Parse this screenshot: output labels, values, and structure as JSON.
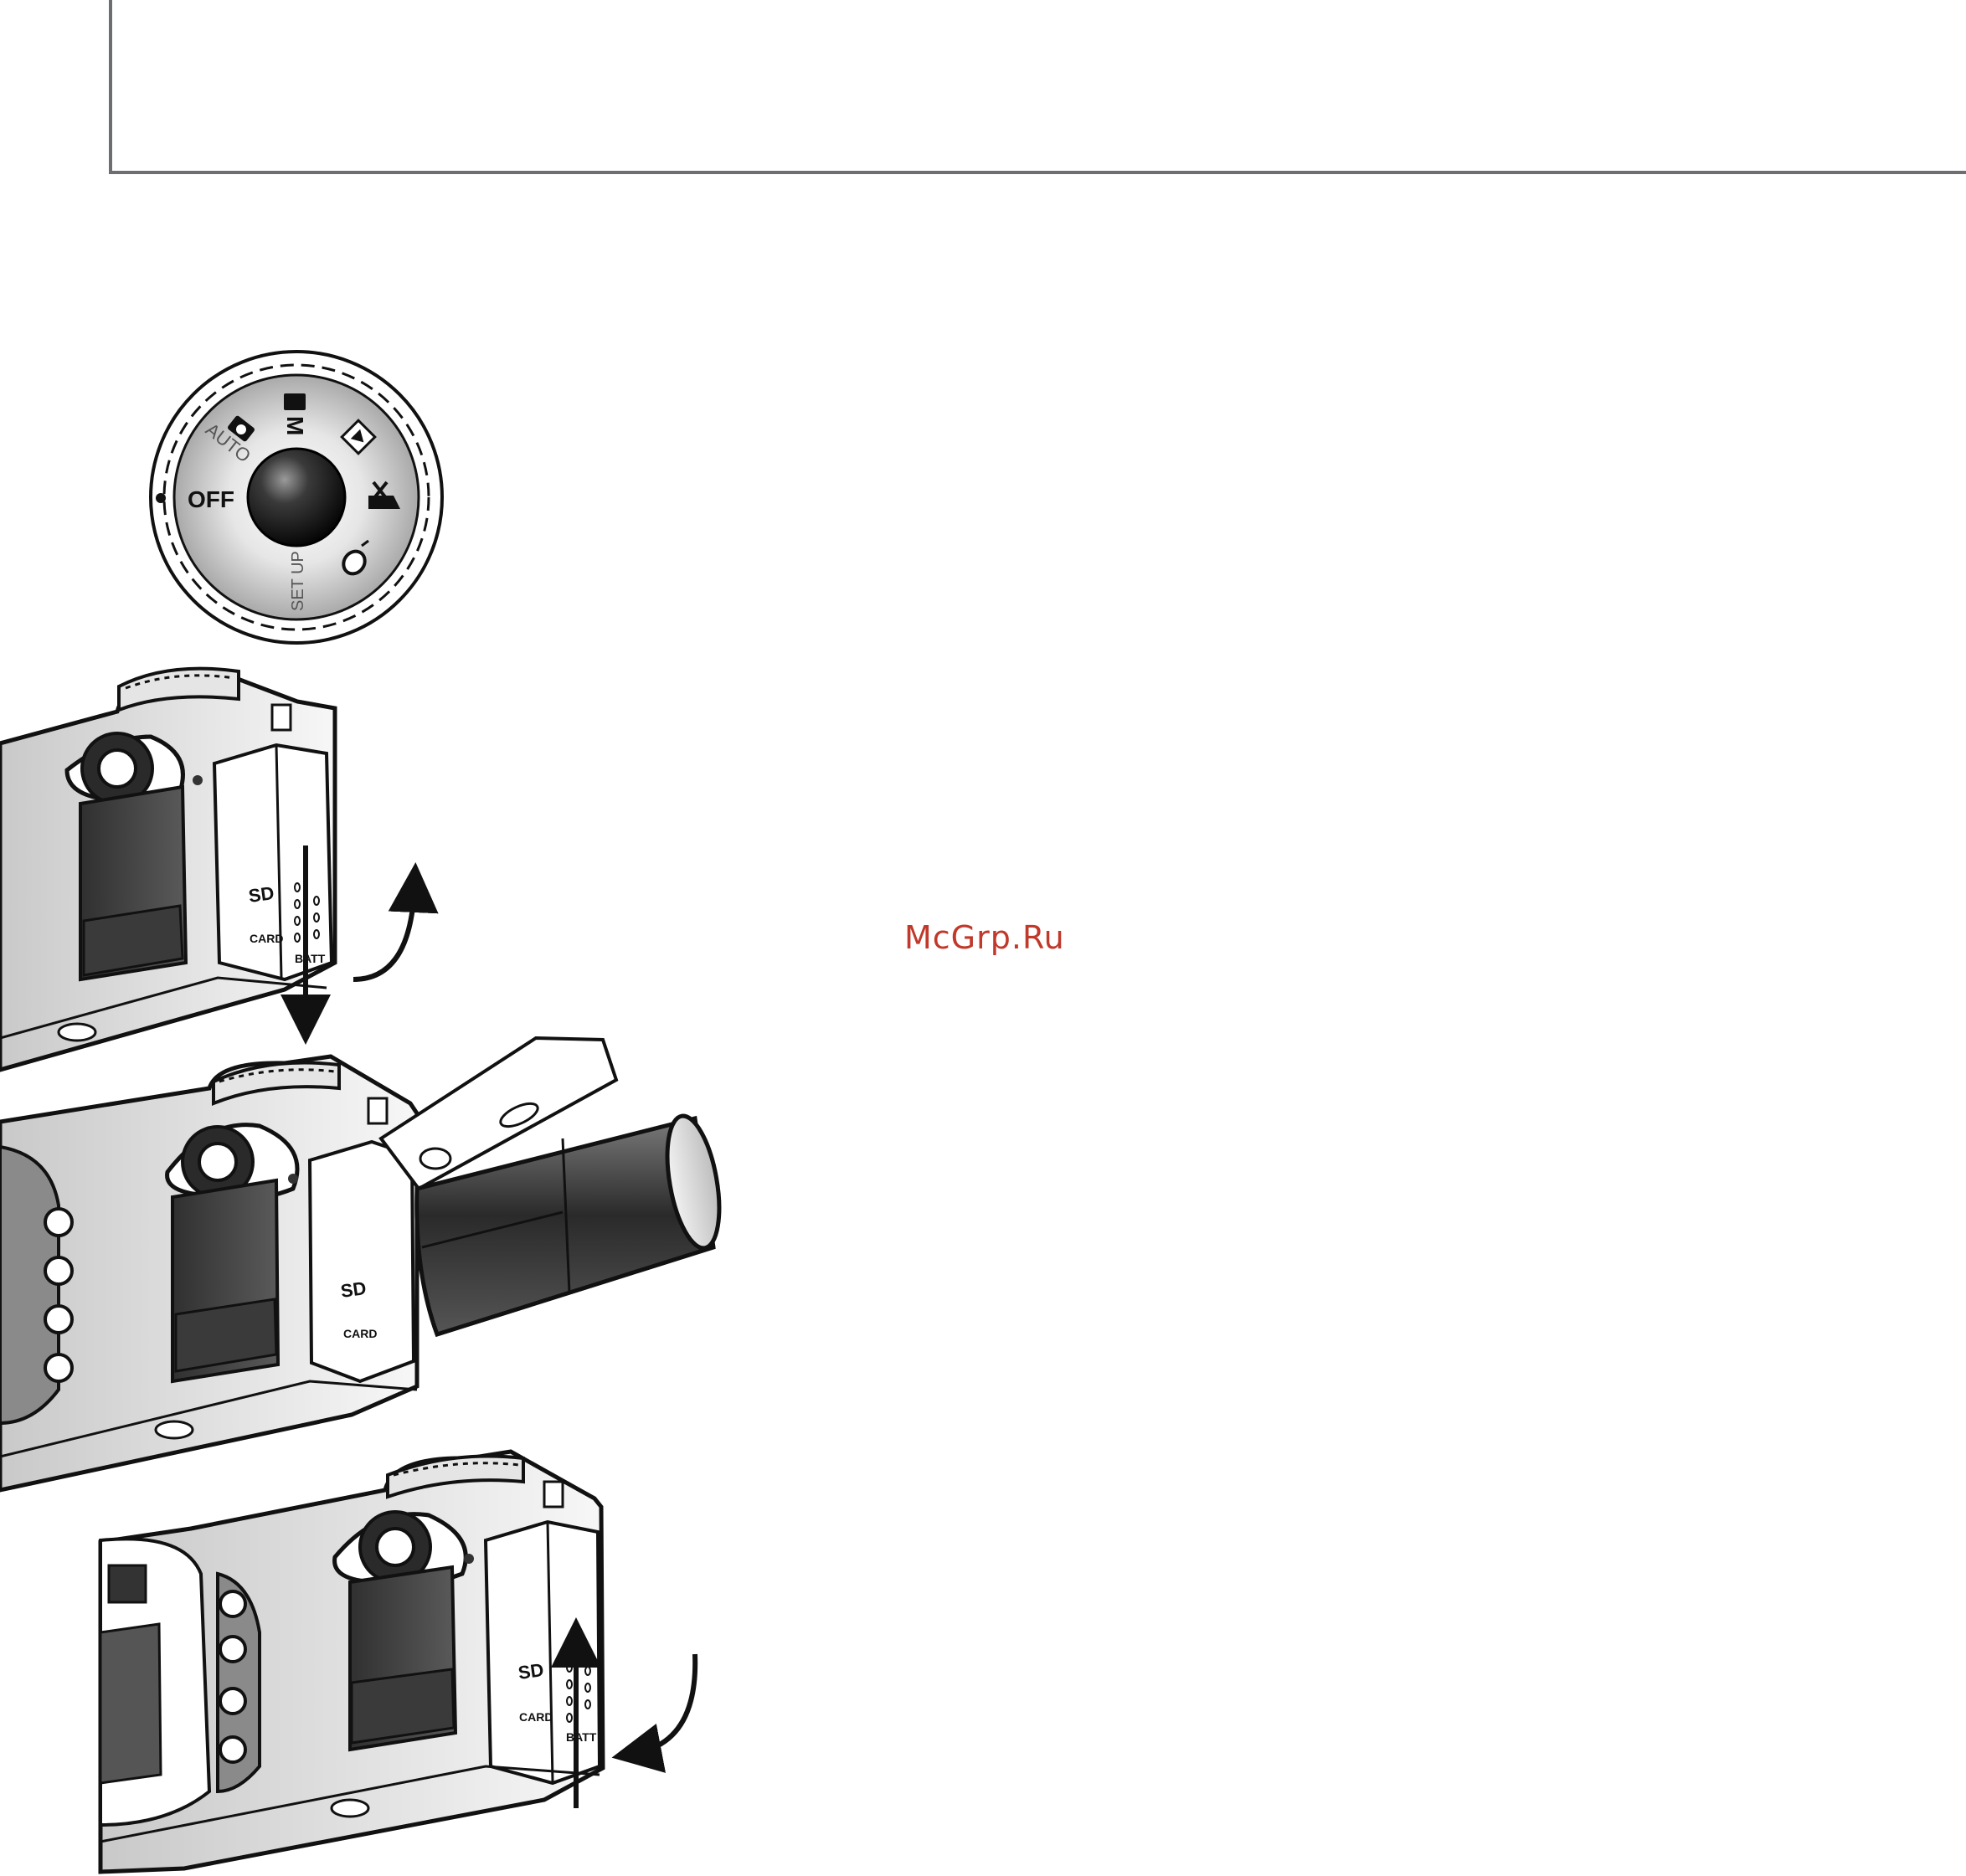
{
  "watermark": "McGrp.Ru",
  "dial": {
    "off_label": "OFF",
    "auto_label": "AUTO",
    "manual_label": "M",
    "setup_label": "SET UP"
  },
  "camera": {
    "card_label": "CARD",
    "batt_label": "BATT"
  },
  "colors": {
    "rule": "#6d6e71",
    "watermark": "#c0392b",
    "ink": "#111111"
  },
  "icons": [
    "mode-dial",
    "camera-icon",
    "playback-icon",
    "movie-icon",
    "voice-memo-icon",
    "sd-logo",
    "slide-down-arrow",
    "open-arrow",
    "slide-up-arrow",
    "close-arrow",
    "battery"
  ]
}
